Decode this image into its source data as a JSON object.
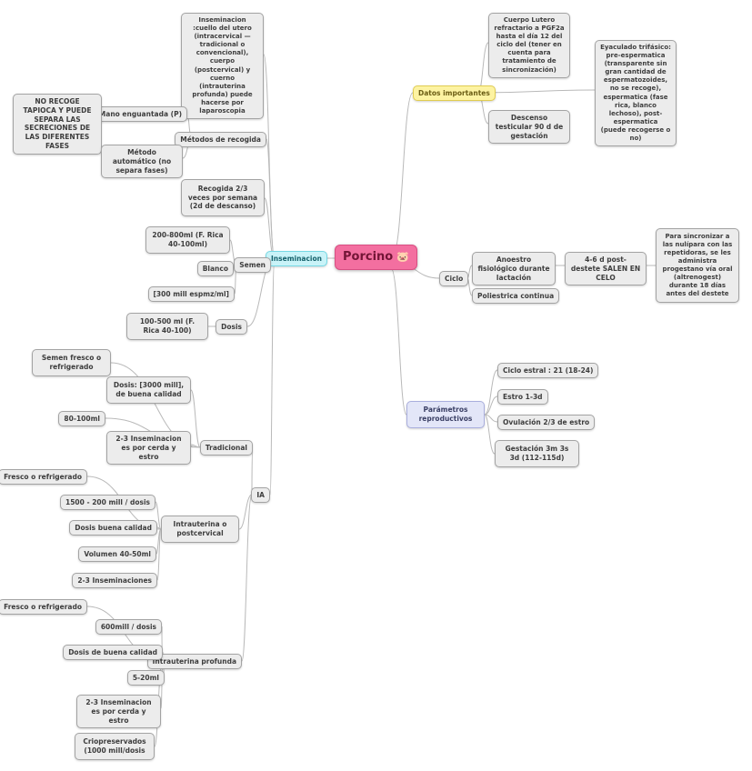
{
  "root": {
    "label": "Porcino",
    "icon": "🐷",
    "color": "#f36fa0"
  },
  "inseminacion": {
    "label": "Inseminacion",
    "color": "#c9f3f8",
    "description": "Inseminacion :cuello del utero (intracervical — tradicional o convencional), cuerpo (postcervical) y cuerno (intrauterina profunda) puede hacerse por laparoscopia",
    "metodos": {
      "label": "Métodos de recogida",
      "mano": "Mano enguantada (P)",
      "mano_nota": "NO RECOGE TAPIOCA Y PUEDE SEPARA LAS SECRECIONES DE LAS DIFERENTES FASES",
      "automatico": "Método automático (no separa fases)"
    },
    "recogida": "Recogida 2/3 veces por semana (2d de descanso)",
    "semen": {
      "label": "Semen",
      "volumen": "200-800ml (F. Rica 40-100ml)",
      "color": "Blanco",
      "concentracion": "[300 mill espmz/ml]"
    },
    "dosis": {
      "label": "Dosis",
      "valor": "100-500 ml (F. Rica 40-100)"
    },
    "ia": {
      "label": "IA",
      "tradicional": {
        "label": "Tradicional",
        "semen": "Semen fresco o refrigerado",
        "dosis": "Dosis: [3000 mill], de buena calidad",
        "volumen": "80-100ml",
        "frecuencia": "2-3 Inseminacion es por cerda y estro"
      },
      "postcervical": {
        "label": "Intrauterina o postcervical",
        "semen": "Fresco o refrigerado",
        "dosis": "1500 - 200 mill / dosis",
        "calidad": "Dosis buena calidad",
        "volumen": "Volumen 40-50ml",
        "frecuencia": "2-3 Inseminaciones"
      },
      "profunda": {
        "label": "Intrauterina profunda",
        "semen": "Fresco o refrigerado",
        "dosis": "600mill / dosis",
        "calidad": "Dosis de buena calidad",
        "volumen": "5-20ml",
        "frecuencia": "2-3 Inseminacion es por cerda y estro",
        "crio": "Criopreservados (1000 mill/dosis"
      }
    }
  },
  "datos_importantes": {
    "label": "Datos importantes",
    "color": "#fdf3a2",
    "cuerpo_luteo": "Cuerpo Lutero refractario a PGF2a hasta el día 12 del ciclo del (tener en cuenta para tratamiento de sincronización)",
    "eyaculado": "Eyaculado trifásico: pre-espermatica (transparente sin gran cantidad de espermatozoides, no se recoge), espermatica (fase rica, blanco lechoso), post-espermatica (puede recogerse o no)",
    "descenso": "Descenso testicular 90 d de gestación"
  },
  "ciclo": {
    "label": "Ciclo",
    "anoestro": "Anoestro fisiológico durante lactación",
    "post_destete": "4-6 d post-destete SALEN EN CELO",
    "sincronizacion": "Para sincronizar a las nulípara con las repetidoras, se les administra progestano vía oral (altrenogest) durante 18 días antes del destete",
    "poliestrica": "Poliestrica continua"
  },
  "parametros": {
    "label": "Parámetros reproductivos",
    "color": "#e3e6f8",
    "ciclo_estral": "Ciclo estral : 21 (18-24)",
    "estro": "Estro 1-3d",
    "ovulacion": "Ovulación 2/3 de estro",
    "gestacion": "Gestación 3m 3s 3d (112-115d)"
  }
}
